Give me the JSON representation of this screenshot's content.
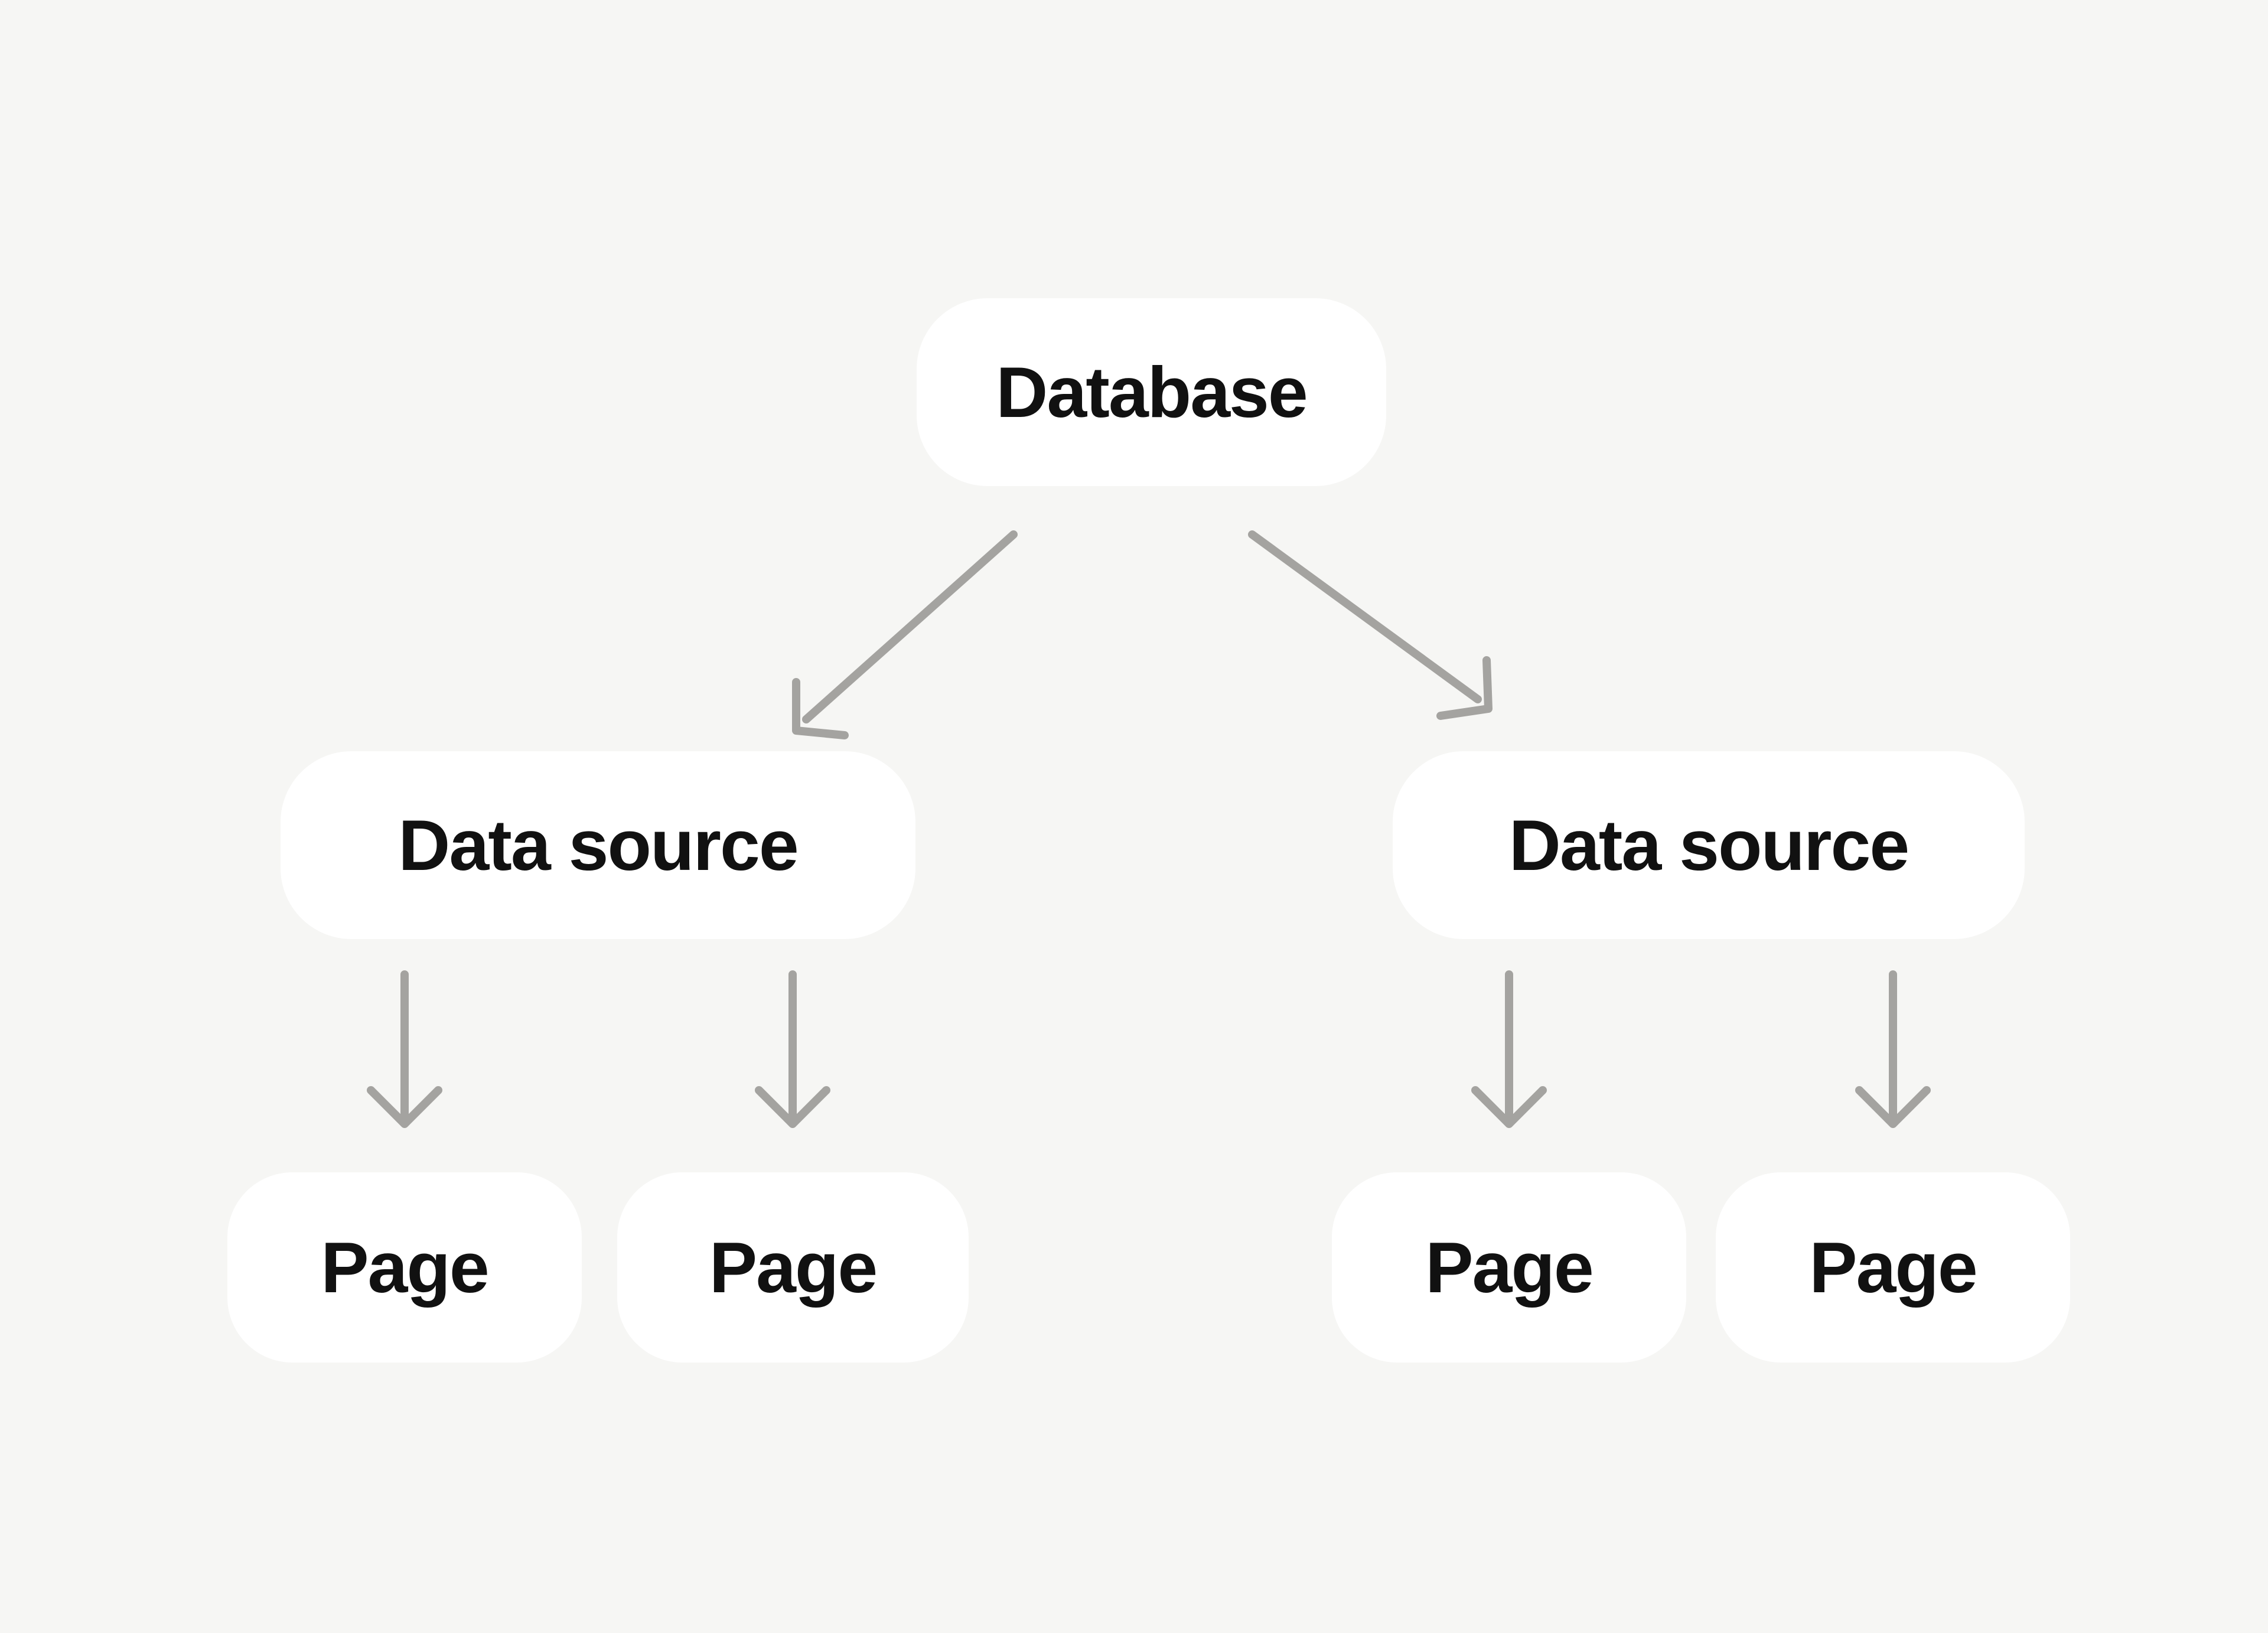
{
  "diagram": {
    "type": "tree",
    "colors": {
      "background": "#f6f6f4",
      "node_fill": "#ffffff",
      "node_text": "#111111",
      "arrow": "#a4a3a0"
    },
    "nodes": {
      "database": {
        "label": "Database"
      },
      "data_source_left": {
        "label": "Data source"
      },
      "data_source_right": {
        "label": "Data source"
      },
      "page_left_1": {
        "label": "Page"
      },
      "page_left_2": {
        "label": "Page"
      },
      "page_right_1": {
        "label": "Page"
      },
      "page_right_2": {
        "label": "Page"
      }
    },
    "edges": [
      {
        "from": "database",
        "to": "data_source_left"
      },
      {
        "from": "database",
        "to": "data_source_right"
      },
      {
        "from": "data_source_left",
        "to": "page_left_1"
      },
      {
        "from": "data_source_left",
        "to": "page_left_2"
      },
      {
        "from": "data_source_right",
        "to": "page_right_1"
      },
      {
        "from": "data_source_right",
        "to": "page_right_2"
      }
    ]
  }
}
